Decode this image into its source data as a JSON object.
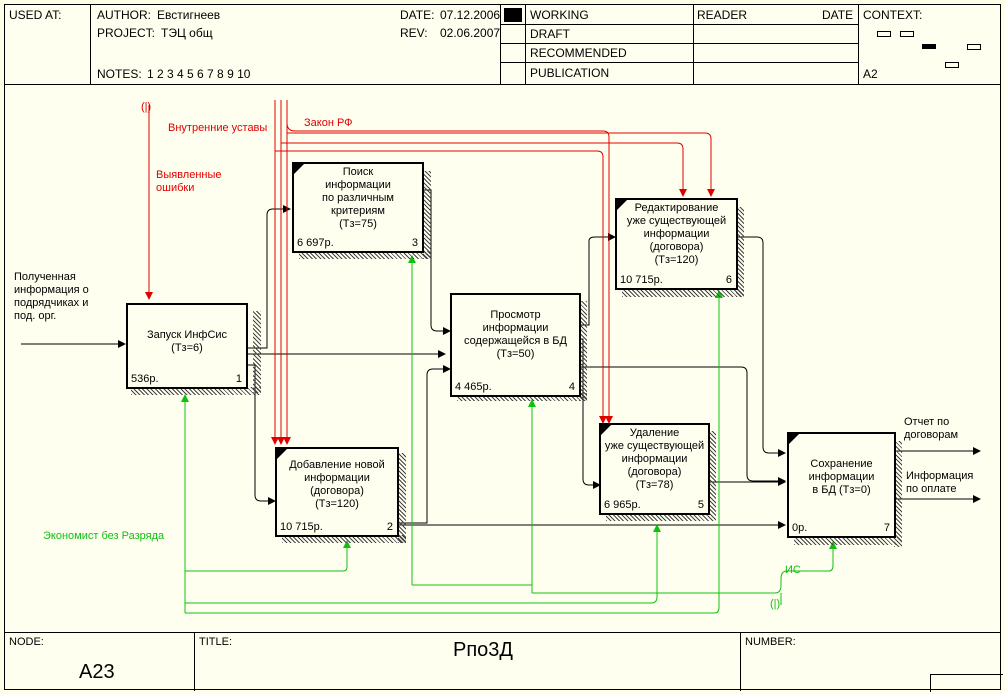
{
  "header": {
    "used_at": "USED AT:",
    "author_label": "AUTHOR:",
    "author": "Евстигнеев",
    "project_label": "PROJECT:",
    "project": "ТЭЦ общ",
    "date_label": "DATE:",
    "date": "07.12.2006",
    "rev_label": "REV:",
    "rev": "02.06.2007",
    "notes_label": "NOTES:",
    "notes": "1 2 3 4 5 6 7 8 9 10",
    "status": [
      "WORKING",
      "DRAFT",
      "RECOMMENDED",
      "PUBLICATION"
    ],
    "reader": "READER",
    "reader_date": "DATE",
    "context_label": "CONTEXT:",
    "context_node": "A2"
  },
  "boxes": [
    {
      "id": "b1",
      "lines": [
        "Запуск ИнфСис",
        "(Тз=6)"
      ],
      "cost": "536р.",
      "num": "1"
    },
    {
      "id": "b2",
      "lines": [
        "Добавление новой",
        "информации",
        "(договора)",
        "(Тз=120)"
      ],
      "cost": "10 715р.",
      "num": "2"
    },
    {
      "id": "b3",
      "lines": [
        "Поиск",
        "информации",
        "по различным",
        "критериям",
        "(Тз=75)"
      ],
      "cost": "6 697р.",
      "num": "3"
    },
    {
      "id": "b4",
      "lines": [
        "Просмотр",
        "информации",
        "содержащейся в БД",
        "(Тз=50)"
      ],
      "cost": "4 465р.",
      "num": "4"
    },
    {
      "id": "b5",
      "lines": [
        "Удаление",
        "уже существующей",
        "информации",
        "(договора)",
        "(Тз=78)"
      ],
      "cost": "6 965р.",
      "num": "5"
    },
    {
      "id": "b6",
      "lines": [
        "Редактирование",
        "уже существующей",
        "информации",
        "(договора)",
        "(Тз=120)"
      ],
      "cost": "10 715р.",
      "num": "6"
    },
    {
      "id": "b7",
      "lines": [
        "Сохранение",
        "информации",
        "в БД (Тз=0)"
      ],
      "cost": "0р.",
      "num": "7"
    }
  ],
  "labels": {
    "input": [
      "Полученная",
      "информация о",
      "подрядчиках и",
      "под. орг."
    ],
    "errors": [
      "Выявленные",
      "ошибки"
    ],
    "internal": "Внутренние уставы",
    "law": "Закон РФ",
    "economist": "Экономист без Разряда",
    "is": "ИС",
    "out1": [
      "Отчет по",
      "договорам"
    ],
    "out2": [
      "Информация",
      "по оплате"
    ],
    "tunnel": "(|)"
  },
  "colors": {
    "control": "#e00000",
    "mechanism": "#10c010",
    "background": "#fffff0"
  },
  "footer": {
    "node_label": "NODE:",
    "node": "A23",
    "title_label": "TITLE:",
    "title": "Рпо3Д",
    "number_label": "NUMBER:"
  }
}
